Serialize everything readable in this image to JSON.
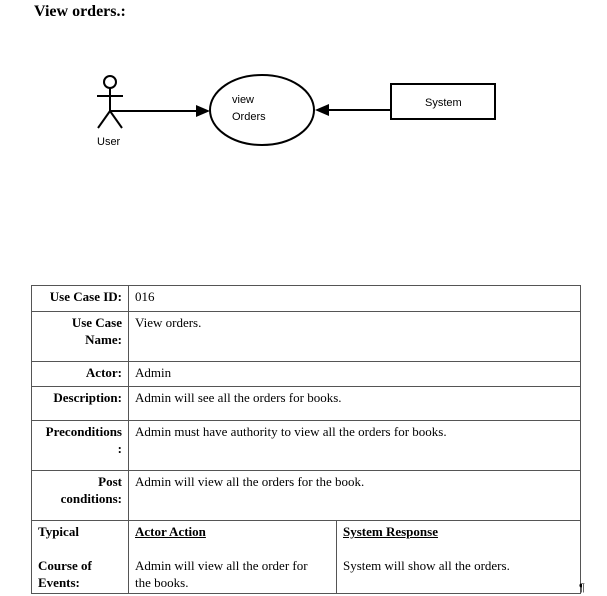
{
  "heading": "View orders.:",
  "diagram": {
    "actor_label": "User",
    "usecase_line1": "view",
    "usecase_line2": "Orders",
    "system_label": "System"
  },
  "table": {
    "use_case_id_label": "Use Case ID:",
    "use_case_id": "016",
    "use_case_name_label_1": "Use Case",
    "use_case_name_label_2": "Name:",
    "use_case_name": "View orders.",
    "actor_label": "Actor:",
    "actor": "Admin",
    "description_label": "Description:",
    "description": "Admin will see all the orders for books.",
    "preconditions_label_1": "Preconditions",
    "preconditions_label_2": ":",
    "preconditions": "Admin must have authority to view all the orders for books.",
    "post_label_1": "Post",
    "post_label_2": "conditions:",
    "post": "Admin will view all the orders for the book.",
    "typical_label_1": "Typical",
    "typical_label_2": "Course of",
    "typical_label_3": "Events:",
    "actor_action_header": "Actor Action",
    "actor_action_1": "Admin will view all the order for",
    "actor_action_2": "the books.",
    "system_response_header": "System Response",
    "system_response": "System will show all the orders."
  }
}
